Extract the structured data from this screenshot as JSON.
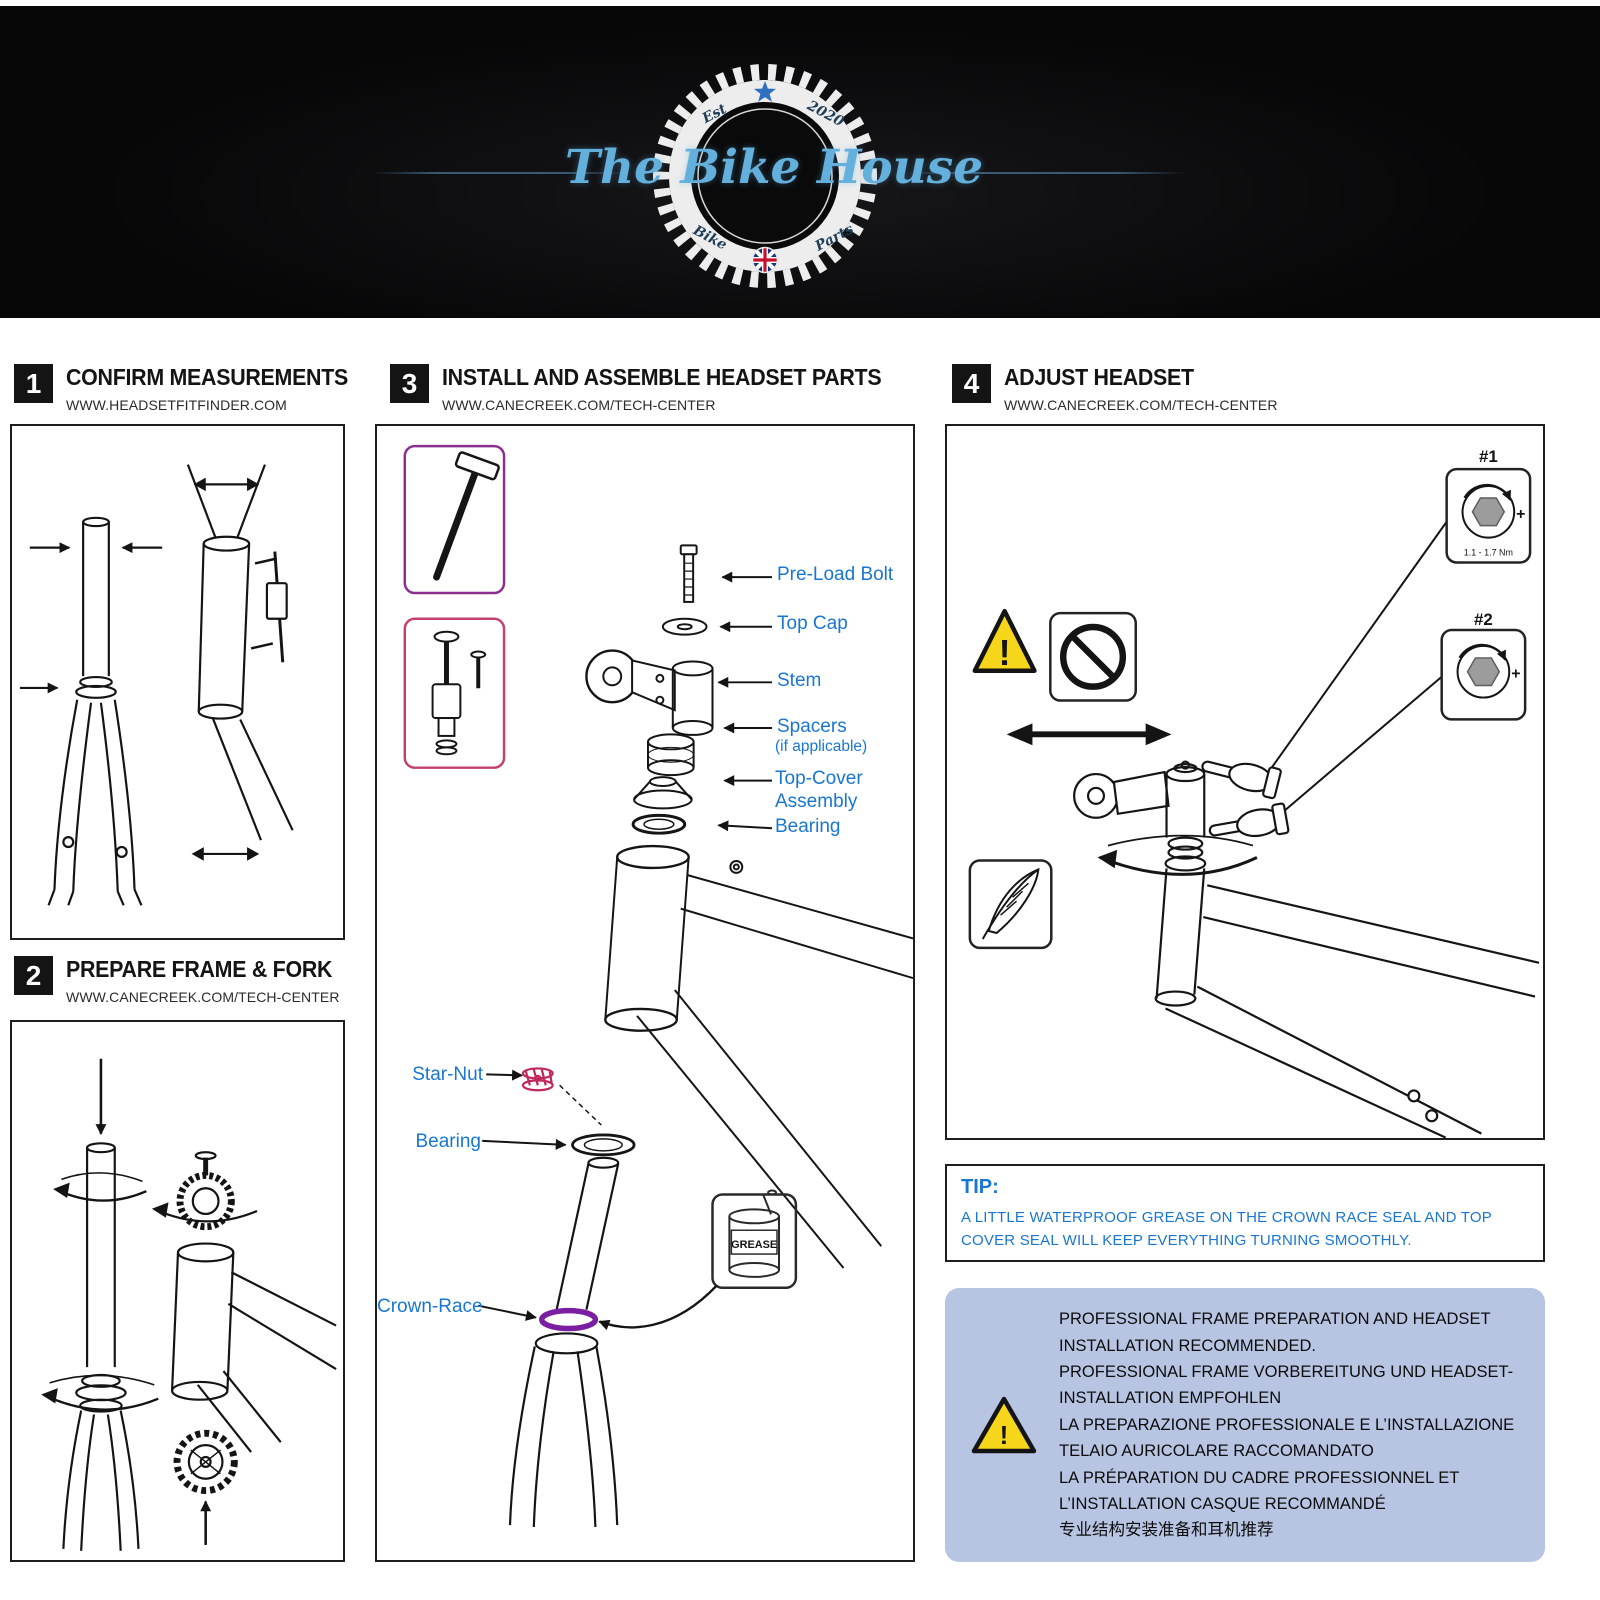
{
  "colors": {
    "brand_blue": "#64b0dc",
    "label_blue": "#1976d2",
    "warning_bg": "#b7c4e2",
    "warning_yellow": "#f6d61a",
    "purple_tool_box": "#8b2f8f",
    "pink_tool_box": "#c2426b",
    "star_nut_red": "#c0275e",
    "crown_race_purple": "#7b1fa2"
  },
  "header": {
    "brand_name": "The Bike House",
    "est_label": "Est",
    "est_year": "2020",
    "ring_left": "Bike",
    "ring_right": "Parts"
  },
  "icons": {
    "warning_exclamation": "!"
  },
  "sections": {
    "s1": {
      "number": "1",
      "title": "CONFIRM MEASUREMENTS",
      "url": "WWW.HEADSETFITFINDER.COM"
    },
    "s2": {
      "number": "2",
      "title": "PREPARE FRAME & FORK",
      "url": "WWW.CANECREEK.COM/TECH-CENTER"
    },
    "s3": {
      "number": "3",
      "title": "INSTALL AND ASSEMBLE HEADSET PARTS",
      "url": "WWW.CANECREEK.COM/TECH-CENTER",
      "labels": {
        "preload_bolt": "Pre-Load Bolt",
        "top_cap": "Top Cap",
        "stem": "Stem",
        "spacers": "Spacers",
        "spacers_note": "(if applicable)",
        "top_cover_1": "Top-Cover",
        "top_cover_2": "Assembly",
        "bearing_upper": "Bearing",
        "star_nut": "Star-Nut",
        "bearing_lower": "Bearing",
        "crown_race": "Crown-Race",
        "grease": "GREASE"
      }
    },
    "s4": {
      "number": "4",
      "title": "ADJUST HEADSET",
      "url": "WWW.CANECREEK.COM/TECH-CENTER",
      "tool1_label": "#1",
      "tool1_plus": "+",
      "tool1_torque": "1.1 - 1.7 Nm",
      "tool2_label": "#2",
      "tool2_plus": "+"
    }
  },
  "tip": {
    "heading": "TIP:",
    "body": "A LITTLE WATERPROOF GREASE ON THE CROWN RACE SEAL AND TOP COVER SEAL WILL KEEP EVERYTHING TURNING SMOOTHLY."
  },
  "warning_box": {
    "lines": [
      "PROFESSIONAL FRAME PREPARATION AND HEADSET INSTALLATION RECOMMENDED.",
      "PROFESSIONAL FRAME VORBEREITUNG UND HEADSET-INSTALLATION EMPFOHLEN",
      "LA PREPARAZIONE PROFESSIONALE E L’INSTALLAZIONE TELAIO AURICOLARE RACCOMANDATO",
      "LA PRÉPARATION DU CADRE PROFESSIONNEL ET L’INSTALLATION CASQUE RECOMMANDÉ",
      "专业结构安装准备和耳机推荐"
    ]
  }
}
